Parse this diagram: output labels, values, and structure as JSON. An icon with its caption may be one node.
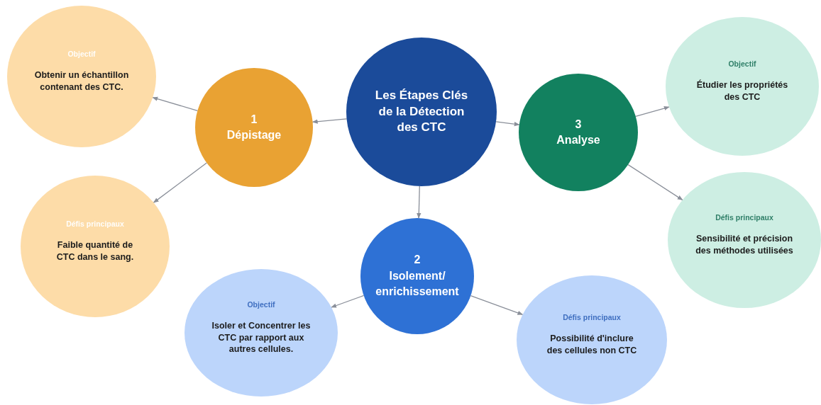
{
  "diagram": {
    "nodes": [
      {
        "text": [
          "Les Étapes Clés de la Détection des CTC"
        ]
      },
      {
        "text": [
          "1",
          "Dépistage"
        ]
      },
      {
        "text": [
          "Objectif",
          "Obtenir un échantillon contenant des CTC."
        ]
      },
      {
        "text": [
          "Défis principaux",
          "Faible quantité de CTC dans le sang."
        ]
      },
      {
        "text": [
          "2",
          "Isolement/ enrichissement"
        ]
      },
      {
        "text": [
          "Objectif",
          "Isoler et Concentrer les CTC par rapport aux autres cellules."
        ]
      },
      {
        "text": [
          "Défis principaux",
          "Possibilité d'inclure des cellules non CTC"
        ]
      },
      {
        "text": [
          "3",
          "Analyse"
        ]
      },
      {
        "text": [
          "Objectif",
          "Étudier les propriétés des CTC"
        ]
      },
      {
        "text": [
          "Défis principaux",
          "Sensibilité et précision des méthodes utilisées"
        ]
      }
    ],
    "edges": [
      {
        "from": 0,
        "to": 1,
        "arrow": "to"
      },
      {
        "from": 0,
        "to": 4,
        "arrow": "to"
      },
      {
        "from": 0,
        "to": 7,
        "arrow": "to"
      },
      {
        "from": 1,
        "to": 2,
        "arrow": "to"
      },
      {
        "from": 1,
        "to": 3,
        "arrow": "to"
      },
      {
        "from": 4,
        "to": 5,
        "arrow": "to"
      },
      {
        "from": 4,
        "to": 6,
        "arrow": "to"
      },
      {
        "from": 7,
        "to": 8,
        "arrow": "to"
      },
      {
        "from": 7,
        "to": 9,
        "arrow": "to"
      }
    ]
  }
}
